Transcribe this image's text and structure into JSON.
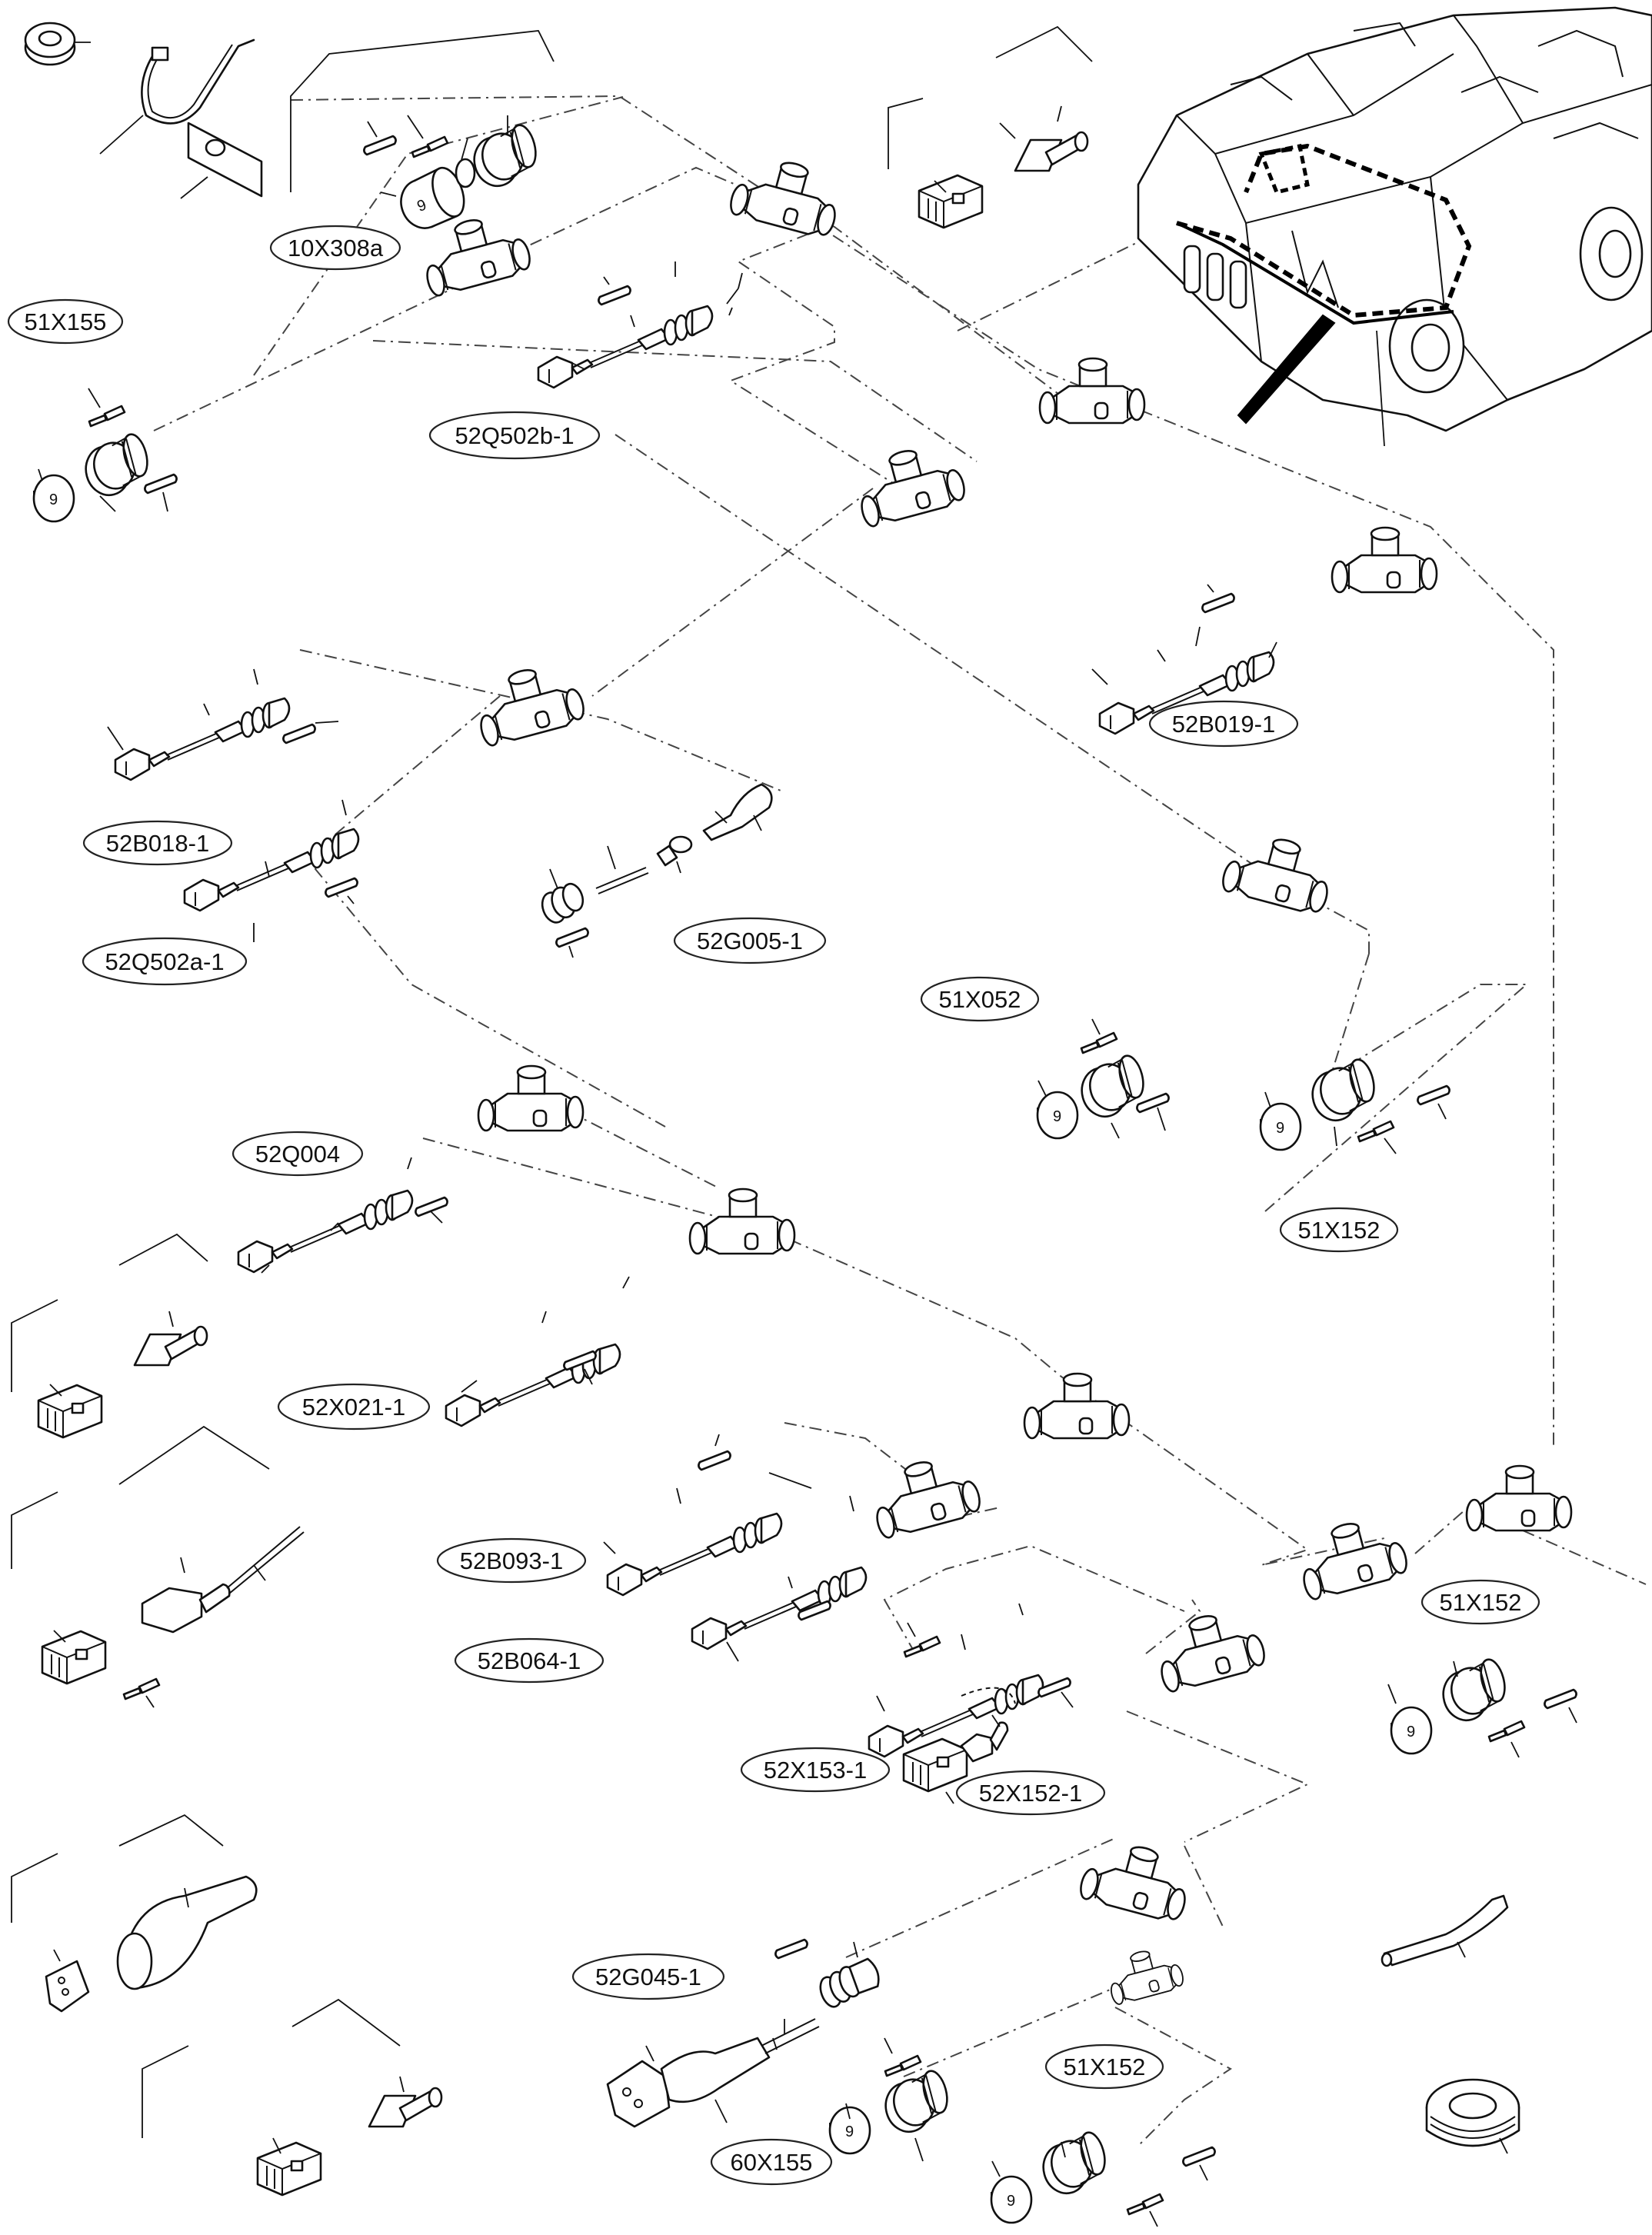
{
  "labels": {
    "l_10X308a": "10X308a",
    "l_51X155": "51X155",
    "l_52Q502b_1": "52Q502b-1",
    "l_52B019_1": "52B019-1",
    "l_52B018_1": "52B018-1",
    "l_52Q502a_1": "52Q502a-1",
    "l_52G005_1": "52G005-1",
    "l_51X052": "51X052",
    "l_52Q004": "52Q004",
    "l_51X152_a": "51X152",
    "l_52X021_1": "52X021-1",
    "l_52B093_1": "52B093-1",
    "l_52B064_1": "52B064-1",
    "l_51X152_b": "51X152",
    "l_52X153_1": "52X153-1",
    "l_52X152_1": "52X152-1",
    "l_52G045_1": "52G045-1",
    "l_51X152_c": "51X152",
    "l_60X155": "60X155"
  },
  "icons": {
    "y_piece": "t-junction-icon",
    "connector": "plug-connector-icon",
    "round_plug": "round-plug-icon",
    "pin": "contact-pin-icon",
    "sensor": "sensor-cable-icon",
    "engine": "engine-block-icon"
  },
  "colors": {
    "line": "#111111",
    "background": "#ffffff"
  }
}
